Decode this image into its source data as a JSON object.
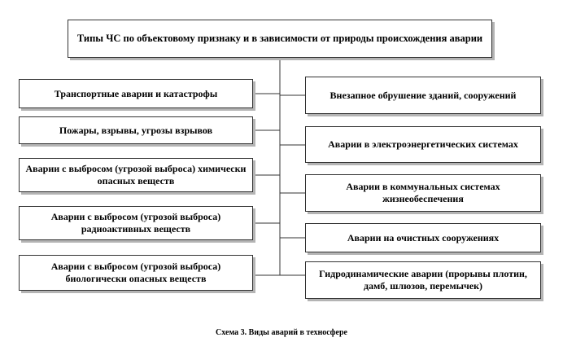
{
  "diagram": {
    "root": "Типы ЧС по объектовому признаку и в зависимости от природы происхождения аварии",
    "left_items": [
      "Транспортные аварии и катастрофы",
      "Пожары, взрывы, угрозы взрывов",
      "Аварии с выбросом (угрозой выброса) химически опасных веществ",
      "Аварии с выбросом (угрозой выброса) радиоактивных веществ",
      "Аварии с выбросом (угрозой выброса) биологически опасных веществ"
    ],
    "right_items": [
      "Внезапное обрушение зданий, сооружений",
      "Аварии в электроэнергетических системах",
      "Аварии в коммунальных системах жизнеобеспечения",
      "Аварии на очистных сооружениях",
      "Гидродинамические аварии (прорывы плотин, дамб, шлюзов, перемычек)"
    ],
    "caption": "Схема 3. Виды аварий в техносфере"
  }
}
